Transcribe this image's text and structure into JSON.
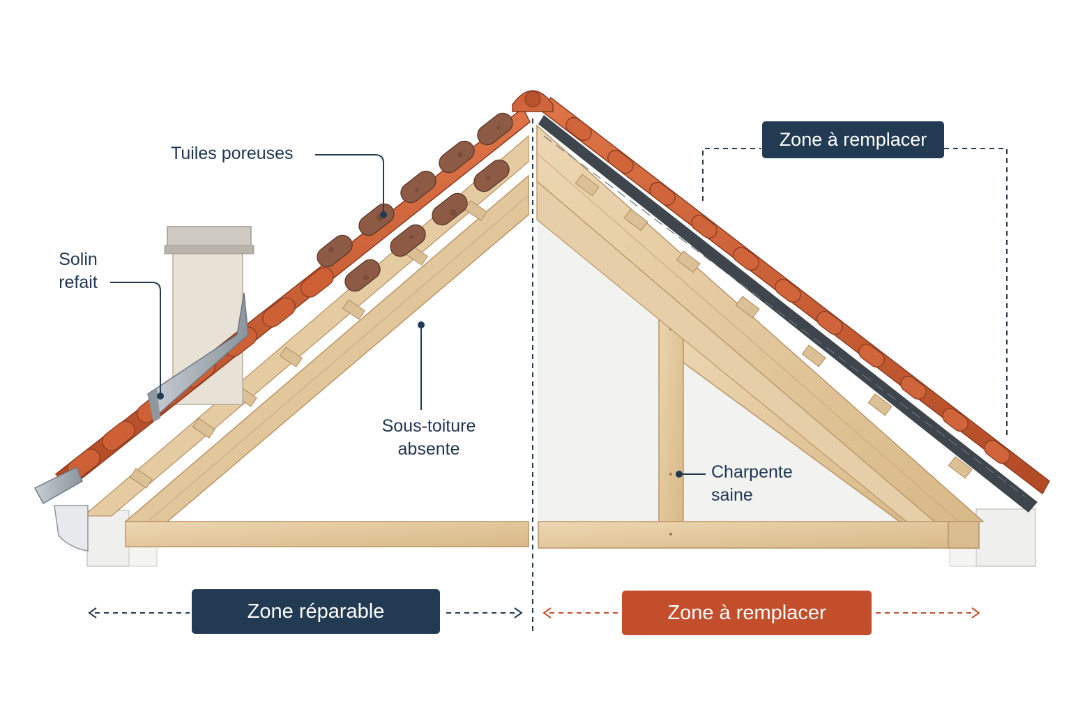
{
  "labels": {
    "porous_tiles": "Tuiles poreuses",
    "flashing_line1": "Solin",
    "flashing_line2": "refait",
    "underlay_line1": "Sous-toiture",
    "underlay_line2": "absente",
    "frame_line1": "Charpente",
    "frame_line2": "saine"
  },
  "badges": {
    "top_right": "Zone à remplacer",
    "repairable": "Zone réparable",
    "replace": "Zone à remplacer"
  },
  "colors": {
    "navy": "#223a52",
    "rust": "#c24e2c",
    "tile": "#c9582f",
    "tile_dark": "#8a3b20",
    "old_tile": "#8c5a45",
    "wood": "#e3c9a0",
    "wood_edge": "#b99467",
    "membrane": "#3e454d",
    "metal": "#a9b1b8"
  }
}
